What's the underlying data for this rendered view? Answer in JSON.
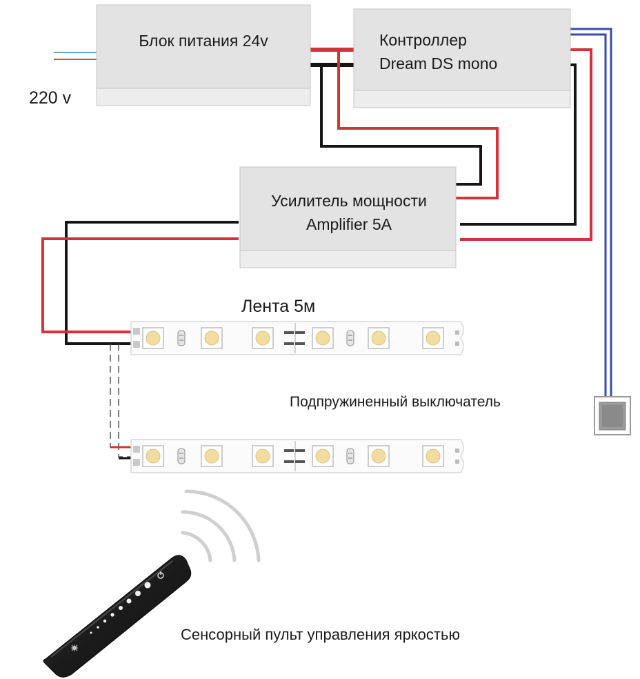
{
  "diagram": {
    "mains_label": "220 v",
    "power_supply": {
      "label": "Блок питания 24v"
    },
    "controller": {
      "line1": "Контроллер",
      "line2": "Dream DS mono"
    },
    "amplifier": {
      "line1": "Усилитель мощности",
      "line2": "Amplifier 5A"
    },
    "strip_label": "Лента 5м",
    "switch_label": "Подпружиненный выключатель",
    "remote_label": "Сенсорный пульт управления яркостью",
    "colors": {
      "box_fill": "#e3e3e3",
      "red_wire": "#d2323a",
      "black_wire": "#151515",
      "blue_wire": "#3a4aa6",
      "mains_blue": "#5fa3d8",
      "mains_brown": "#9a6a3a",
      "led_chip": "#f3dca0",
      "remote_body": "#1d1d1d"
    },
    "icons": [
      "power-icon",
      "brightness-icon"
    ]
  }
}
